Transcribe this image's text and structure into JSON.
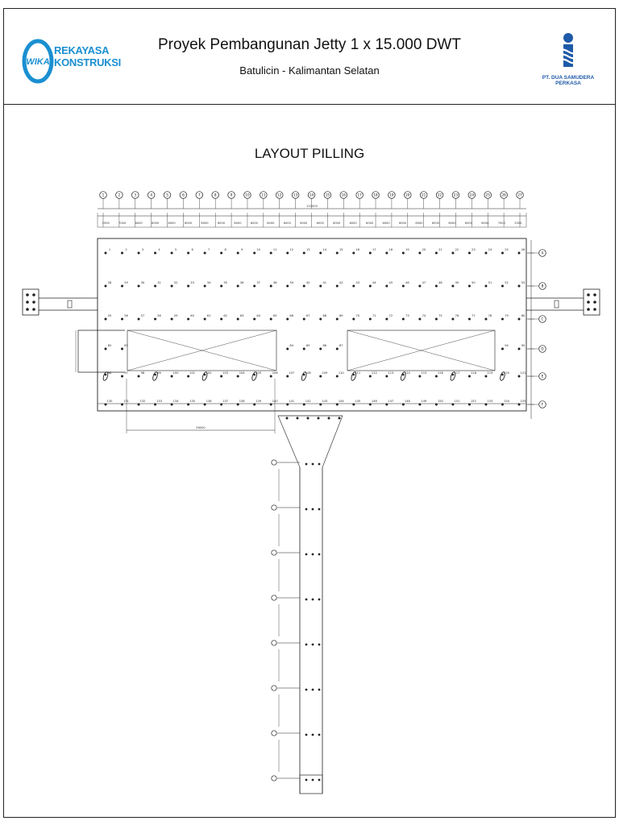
{
  "header": {
    "title": "Proyek Pembangunan Jetty 1 x 15.000 DWT",
    "subtitle": "Batulicin - Kalimantan Selatan",
    "logo_left": {
      "brand_line1": "REKAYASA",
      "brand_line2": "KONSTRUKSI",
      "mark": "WIKA"
    },
    "logo_right": {
      "company": "PT. DUA SAMUDERA PERKASA"
    }
  },
  "drawing": {
    "title": "LAYOUT PILLING",
    "overall_dimension": "152000",
    "spacing_labels": [
      "2500",
      "7000",
      "6000",
      "6000",
      "6000",
      "6000",
      "6000",
      "6000",
      "6000",
      "6000",
      "6000",
      "6000",
      "6000",
      "6000",
      "6000",
      "6000",
      "6000",
      "6000",
      "6000",
      "6000",
      "6000",
      "6000",
      "6000",
      "6000",
      "7000",
      "2500"
    ],
    "trestle_dimension": "56000",
    "grid_columns": [
      "1",
      "2",
      "3",
      "4",
      "5",
      "6",
      "7",
      "8",
      "9",
      "10",
      "11",
      "12",
      "13",
      "14",
      "15",
      "16",
      "17",
      "18",
      "19",
      "20",
      "21",
      "22",
      "23",
      "24",
      "25",
      "26",
      "27"
    ],
    "grid_rows": [
      "A",
      "B",
      "C",
      "D",
      "E",
      "F"
    ],
    "pile_rows": [
      [
        "1",
        "2",
        "3",
        "4",
        "5",
        "6",
        "7",
        "8",
        "9",
        "10",
        "11",
        "12",
        "13",
        "14",
        "15",
        "16",
        "17",
        "18",
        "19",
        "20",
        "21",
        "22",
        "23",
        "24",
        "25",
        "26"
      ],
      [
        "28",
        "29",
        "30",
        "31",
        "32",
        "33",
        "34",
        "35",
        "36",
        "37",
        "38",
        "39",
        "40",
        "41",
        "42",
        "43",
        "44",
        "45",
        "46",
        "47",
        "48",
        "49",
        "50",
        "51",
        "52",
        "53"
      ],
      [
        "55",
        "56",
        "57",
        "58",
        "59",
        "60",
        "61",
        "62",
        "63",
        "64",
        "65",
        "66",
        "67",
        "68",
        "69",
        "70",
        "71",
        "72",
        "73",
        "74",
        "75",
        "76",
        "77",
        "78",
        "79",
        "80"
      ],
      [
        "82",
        "83",
        "",
        "",
        "",
        "",
        "",
        "",
        "",
        "",
        "",
        "84",
        "85",
        "86",
        "87",
        "",
        "",
        "",
        "",
        "",
        "",
        "",
        "",
        "",
        "94",
        "95"
      ],
      [
        "96",
        "97",
        "98",
        "99",
        "100",
        "101",
        "102",
        "103",
        "104",
        "105",
        "106",
        "107",
        "108",
        "109",
        "110",
        "111",
        "112",
        "113",
        "114",
        "115",
        "116",
        "117",
        "118",
        "119",
        "120",
        "121"
      ],
      [
        "130",
        "131",
        "132",
        "133",
        "134",
        "135",
        "136",
        "137",
        "138",
        "139",
        "140",
        "141",
        "142",
        "143",
        "144",
        "145",
        "146",
        "147",
        "148",
        "149",
        "150",
        "151",
        "152",
        "153",
        "154",
        "155"
      ]
    ],
    "trestle_bents": 8
  },
  "colors": {
    "line": "#222222",
    "wika_blue": "#1a8fd1",
    "dsp_blue": "#1e5aa8"
  }
}
